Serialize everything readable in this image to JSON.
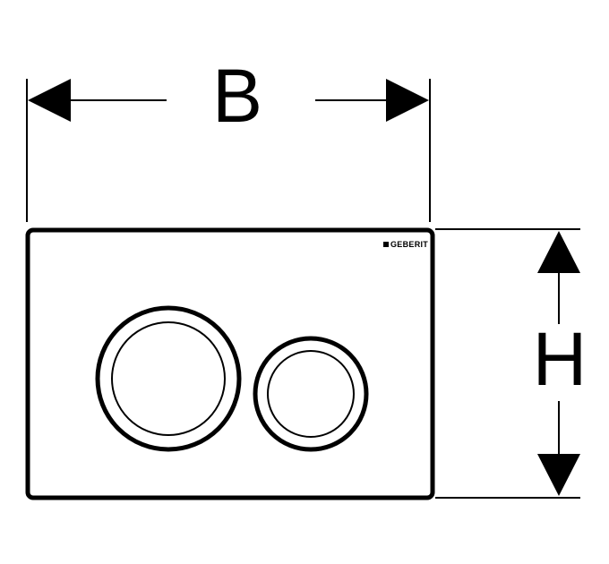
{
  "dimensions": {
    "width_label": "B",
    "height_label": "H"
  },
  "brand": {
    "logo_text": "GEBERIT"
  },
  "colors": {
    "stroke": "#000000",
    "background": "#ffffff"
  }
}
